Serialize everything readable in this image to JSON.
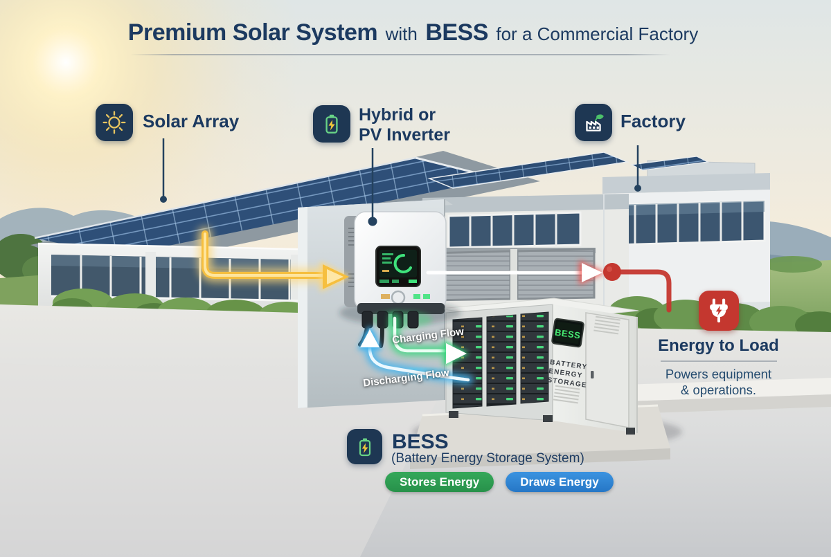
{
  "title": {
    "part1": "Premium Solar System",
    "part2": "with",
    "part3": "BESS",
    "part4": "for a Commercial Factory"
  },
  "callouts": {
    "solar_array": {
      "label": "Solar Array",
      "icon": "sun-icon"
    },
    "inverter": {
      "line1": "Hybrid or",
      "line2": "PV Inverter",
      "icon": "battery-bolt-icon"
    },
    "factory": {
      "label": "Factory",
      "icon": "factory-leaf-icon"
    }
  },
  "energy_to_load": {
    "title": "Energy to Load",
    "desc_line1": "Powers equipment",
    "desc_line2": "& operations.",
    "icon": "plug-icon"
  },
  "bess": {
    "title": "BESS",
    "subtitle": "(Battery Energy Storage System)",
    "stores_button": "Stores Energy",
    "draws_button": "Draws Energy",
    "icon": "battery-bolt-icon"
  },
  "flows": {
    "charging": "Charging Flow",
    "discharging": "Discharging Flow"
  },
  "cabinet": {
    "display": "BESS",
    "side_line1": "BATTERY",
    "side_line2": "ENERGY",
    "side_line3": "STORAGE"
  },
  "colors": {
    "navy": "#1c3a60",
    "chip_navy": "#1e3753",
    "stores_green": "#2f9e4e",
    "draws_blue": "#2e84d8",
    "load_red": "#c4372f",
    "arrow_yellow": "#f6bf3f",
    "arrow_red_glow": "#ef5350",
    "arrow_green": "#37d87e",
    "arrow_blue": "#41b4f0"
  }
}
